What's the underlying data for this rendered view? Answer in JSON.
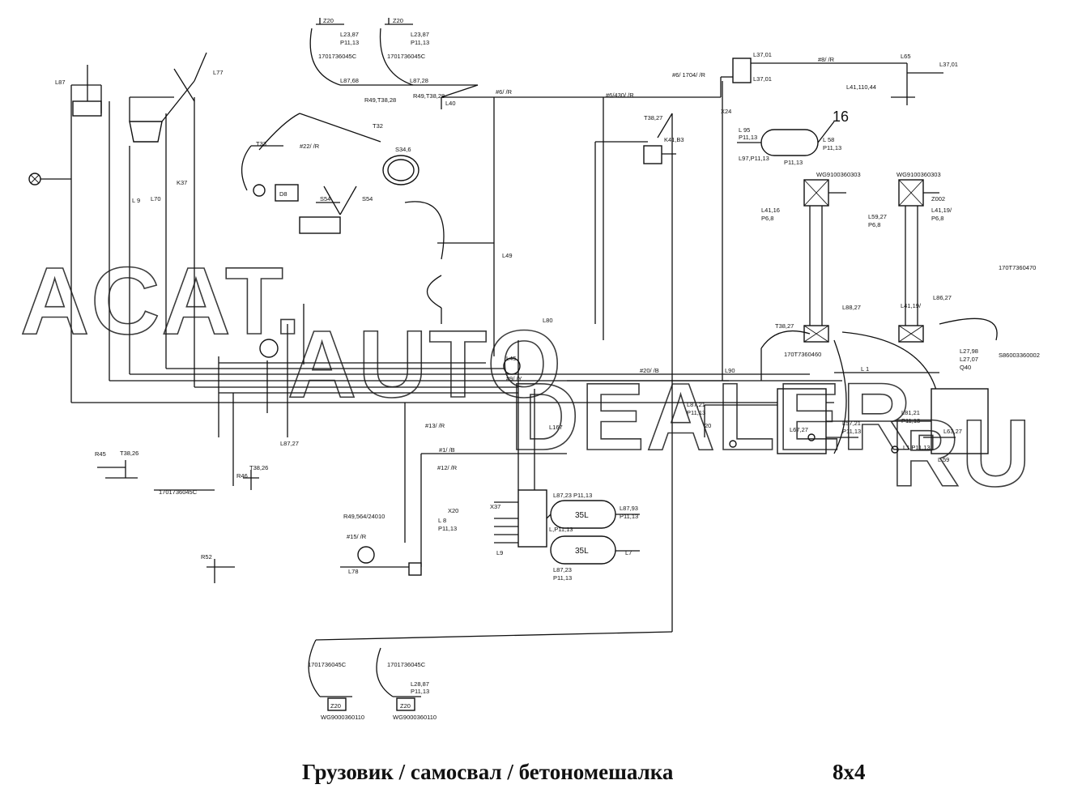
{
  "caption": {
    "title": "Грузовик / самосвал / бетономешалка",
    "model": "8x4"
  },
  "watermark": "ACAT.AUTODEALER.RU",
  "labels": {
    "z20a": "Z20",
    "z20b": "Z20",
    "l2387a": "L23,87",
    "p1113a": "P11,13",
    "l2387b": "L23,87",
    "p1113b": "P11,13",
    "part1701a": "1701736045C",
    "part1701b": "1701736045C",
    "l8768": "L87,68",
    "l8728": "L87,28",
    "r49": "R49,T38,28",
    "r49b": "R49,T38,28",
    "w6a": "#6/ /R",
    "w6b": "#6/ 1704/ /R",
    "w8": "#8/ /R",
    "w6430": "#6/430/ /R",
    "l3701": "L37,01",
    "l3701b": "L37,01",
    "l3701c": "L37,01",
    "l65": "L65",
    "l41": "L41,110,44",
    "x24": "X24",
    "k41": "K41,B3",
    "t3827": "T38,27",
    "num16": "16",
    "l95": "L 95",
    "p1113c": "P11,13",
    "l58": "L 58",
    "p1113d": "P11,13",
    "l97": "L97,P11,13",
    "p1113e": "P11,13",
    "t33": "T33",
    "t32": "T32",
    "s34": "S34,6",
    "d8": "D8",
    "s54a": "S54",
    "s54b": "S54",
    "l87": "L87",
    "l77": "L77",
    "l9": "L 9",
    "k37": "K37",
    "l70": "L70",
    "l40": "L40",
    "l45": "L45",
    "l49": "L49",
    "l80": "L80",
    "l167": "L167",
    "l90": "L90",
    "l1a": "L 1",
    "l8827": "L88,27",
    "l8627": "L86,27",
    "t3827b": "T38,27",
    "t3826": "T38,26",
    "t3826b": "T38,26",
    "r45": "R45",
    "r46": "R46",
    "r52": "R52",
    "l8727": "L87,27",
    "r49b2": "R49,564/24010",
    "l78": "L78",
    "x37": "X37",
    "part1": "1701736045C",
    "part2": "1701736045C",
    "part3": "1701736045C",
    "w9y": "#9/ /Y",
    "w13": "#13/ /R",
    "w12": "#12/ /R",
    "w20": "#20/ /B",
    "w1": "#1/ /B",
    "w22": "#22/ /R",
    "w15": "#15/ /R",
    "l5927": "L59,27",
    "l59": "L 59",
    "l27": "L27,98",
    "l1": "L1,P11,13",
    "l8721": "L87,21",
    "p1113f": "P11,13",
    "l6727": "L67,27",
    "l8121": "L81,21",
    "p1113g": "P11,13",
    "l5721": "L57,21",
    "p1113h": "P11,13",
    "tank1": "35L",
    "tank2": "35L",
    "l8723": "L87,23 P11,13",
    "l8793": "L87,93",
    "p1113i": "P11,13",
    "l7": "L7",
    "l1113": "L,P11,13",
    "l8723b": "L87,23",
    "p1113j": "P11,13",
    "l8": "L 8",
    "p1113k": "P11,13",
    "l9b": "L9",
    "x20": "X20",
    "num28": "20",
    "l2887": "L28,87",
    "p1113l": "P11,13",
    "z20c": "Z20",
    "z20d": "Z20",
    "wg1": "WG9000360110",
    "wg2": "WG9000360110",
    "l4116": "L41,16",
    "z002": "Z002",
    "l4119": "L41,19/",
    "p68": "P6,8",
    "l6327": "L63,27",
    "p68b": "P6,8",
    "l41119": "L41,19/",
    "p68c": "P6,8",
    "wg3": "WG9100360303",
    "wg4": "WG9100360303",
    "part4": "170T7360470",
    "part5": "170T7360460",
    "l2707": "L27,07",
    "q40": "Q40",
    "s86": "S86003360002"
  }
}
